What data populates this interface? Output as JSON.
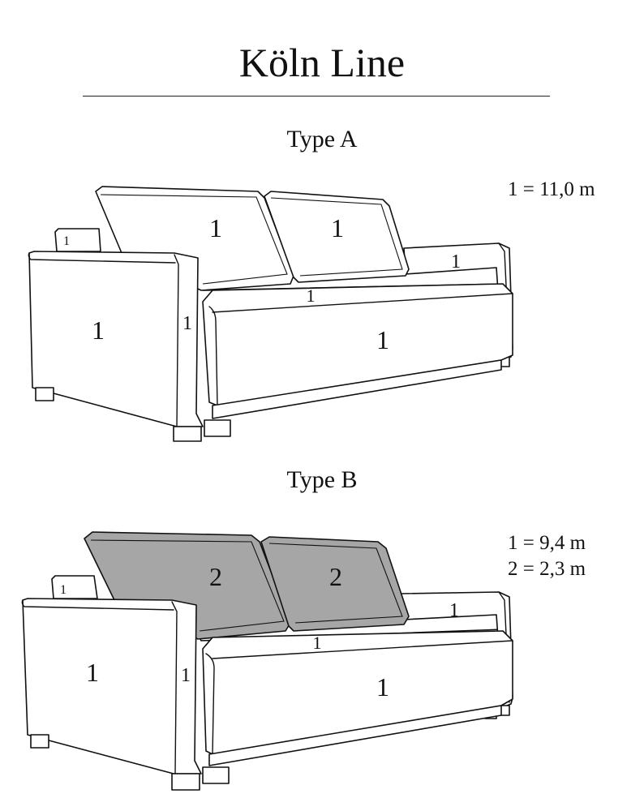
{
  "title": "Köln Line",
  "types": [
    {
      "label": "Type A",
      "legend": [
        "1 = 11,0 m"
      ],
      "parts": {
        "left_cushion": "1",
        "right_cushion": "1",
        "back_left_arm_top": "1",
        "right_arm_inner": "1",
        "seat_back": "1",
        "left_arm_front": "1",
        "left_arm_inner": "1",
        "seat_front": "1"
      }
    },
    {
      "label": "Type B",
      "legend": [
        "1 = 9,4 m",
        "2 = 2,3 m"
      ],
      "parts": {
        "left_cushion": "2",
        "right_cushion": "2",
        "back_left_arm_top": "1",
        "right_arm_inner": "1",
        "seat_back": "1",
        "left_arm_front": "1",
        "left_arm_inner": "1",
        "seat_front": "1"
      }
    }
  ],
  "colors": {
    "cushion_fill_type_b": "#a6a6a6",
    "line": "#111111"
  }
}
